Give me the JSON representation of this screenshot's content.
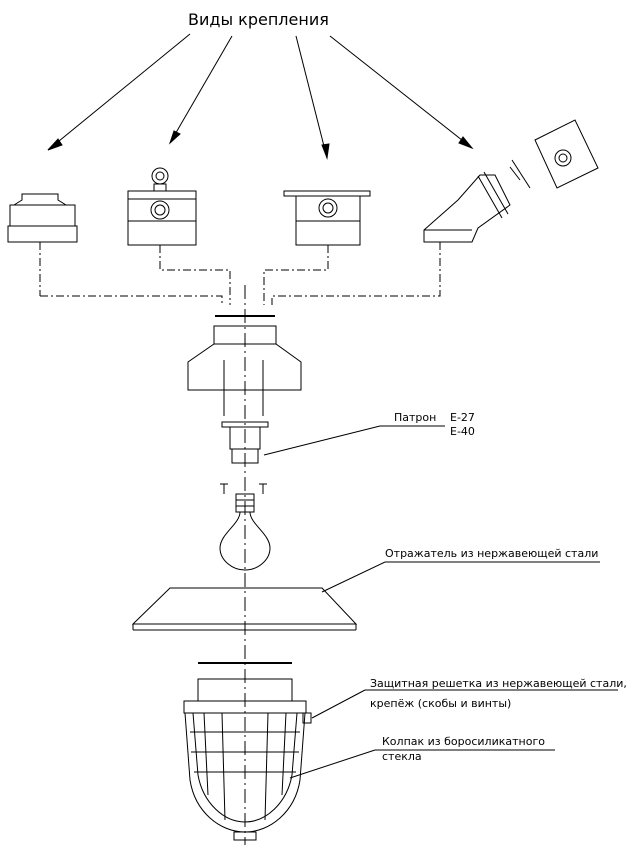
{
  "title": "Виды крепления",
  "mounting_types": [
    {
      "id": "ceiling-mount"
    },
    {
      "id": "eye-bolt-mount"
    },
    {
      "id": "flange-plate-mount"
    },
    {
      "id": "angled-bracket-mount"
    }
  ],
  "callouts": {
    "socket": {
      "label": "Патрон",
      "variant_1": "E-27",
      "variant_2": "E-40"
    },
    "reflector": {
      "label": "Отражатель из нержавеющей стали"
    },
    "grille": {
      "line_1": "Защитная решетка из нержавеющей стали,",
      "line_2": "крепёж (скобы и винты)"
    },
    "glass_cover": {
      "line_1": "Колпак из боросиликатного",
      "line_2": "стекла"
    }
  },
  "colors": {
    "line": "#000000",
    "background": "#ffffff"
  }
}
